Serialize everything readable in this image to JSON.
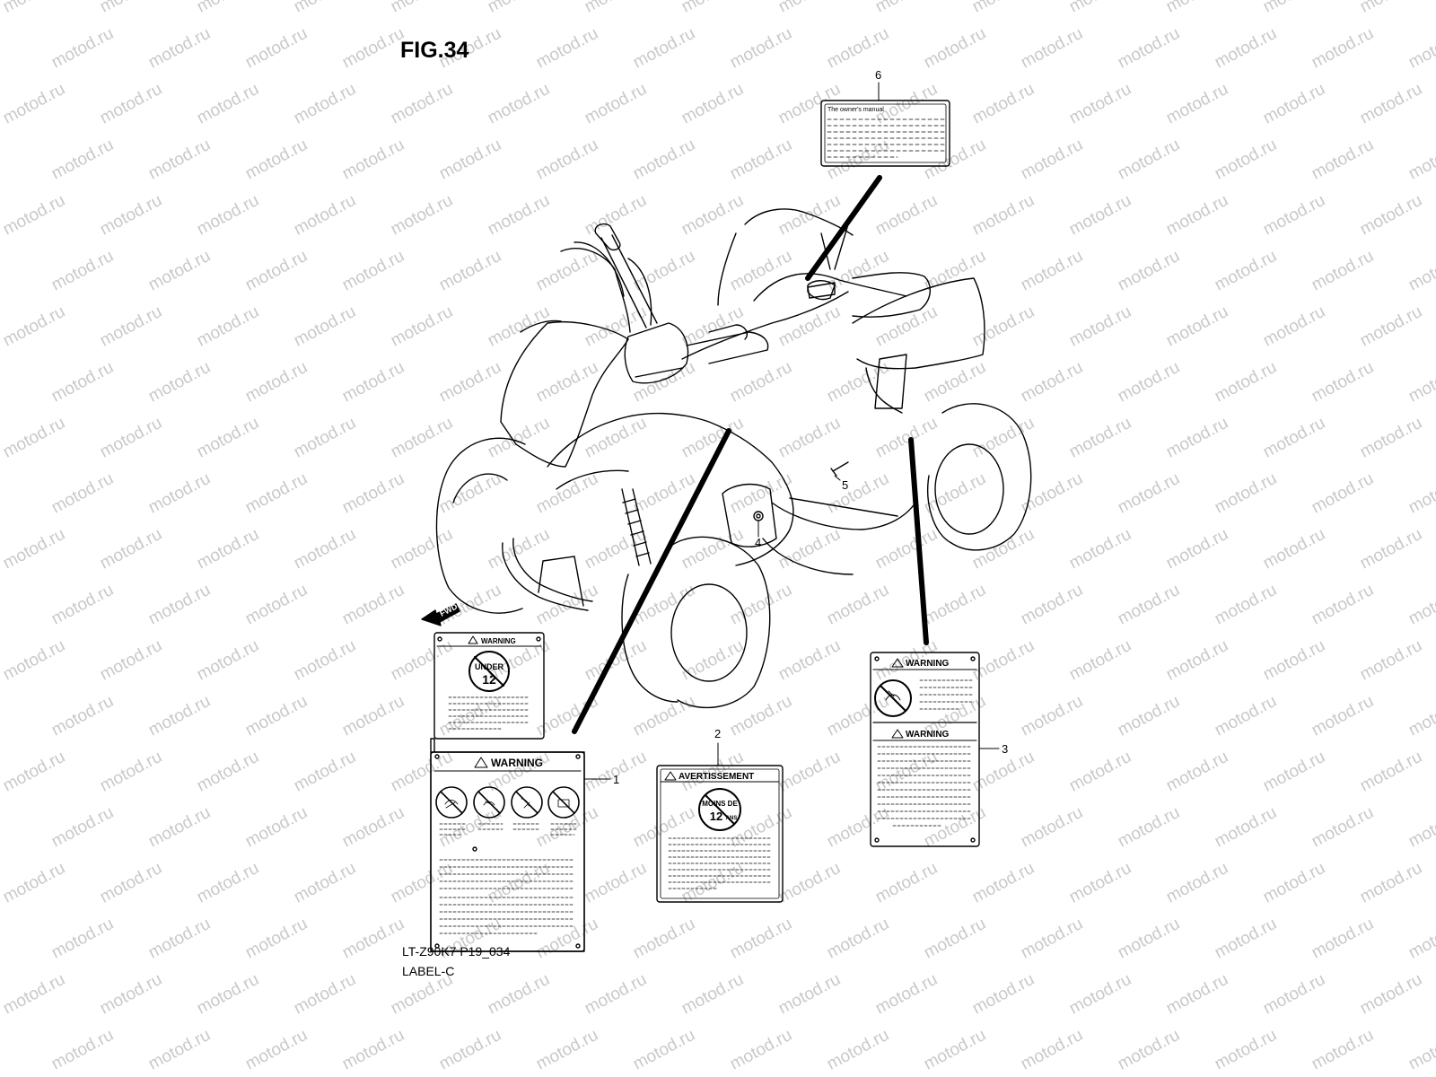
{
  "figure": {
    "title": "FIG.34",
    "model_code": "LT-Z90K7 P19_034",
    "section": "LABEL-C"
  },
  "watermark": {
    "text": "motod.ru",
    "color": "#c9c9c9"
  },
  "direction_arrow": {
    "label": "FWD"
  },
  "callouts": [
    {
      "number": "1"
    },
    {
      "number": "2"
    },
    {
      "number": "3"
    },
    {
      "number": "4"
    },
    {
      "number": "5"
    },
    {
      "number": "6"
    }
  ],
  "labels": {
    "label1_top": {
      "header": "WARNING",
      "pictogram_line1": "UNDER",
      "pictogram_line2": "12"
    },
    "label1_bottom": {
      "header": "WARNING"
    },
    "label2": {
      "header": "AVERTISSEMENT",
      "pictogram_line1": "MOINS DE",
      "pictogram_line2": "12",
      "pictogram_line3": "ANS"
    },
    "label3_top": {
      "header": "WARNING"
    },
    "label3_bottom": {
      "header": "WARNING"
    },
    "label6": {
      "header": "The owner's manual"
    }
  }
}
